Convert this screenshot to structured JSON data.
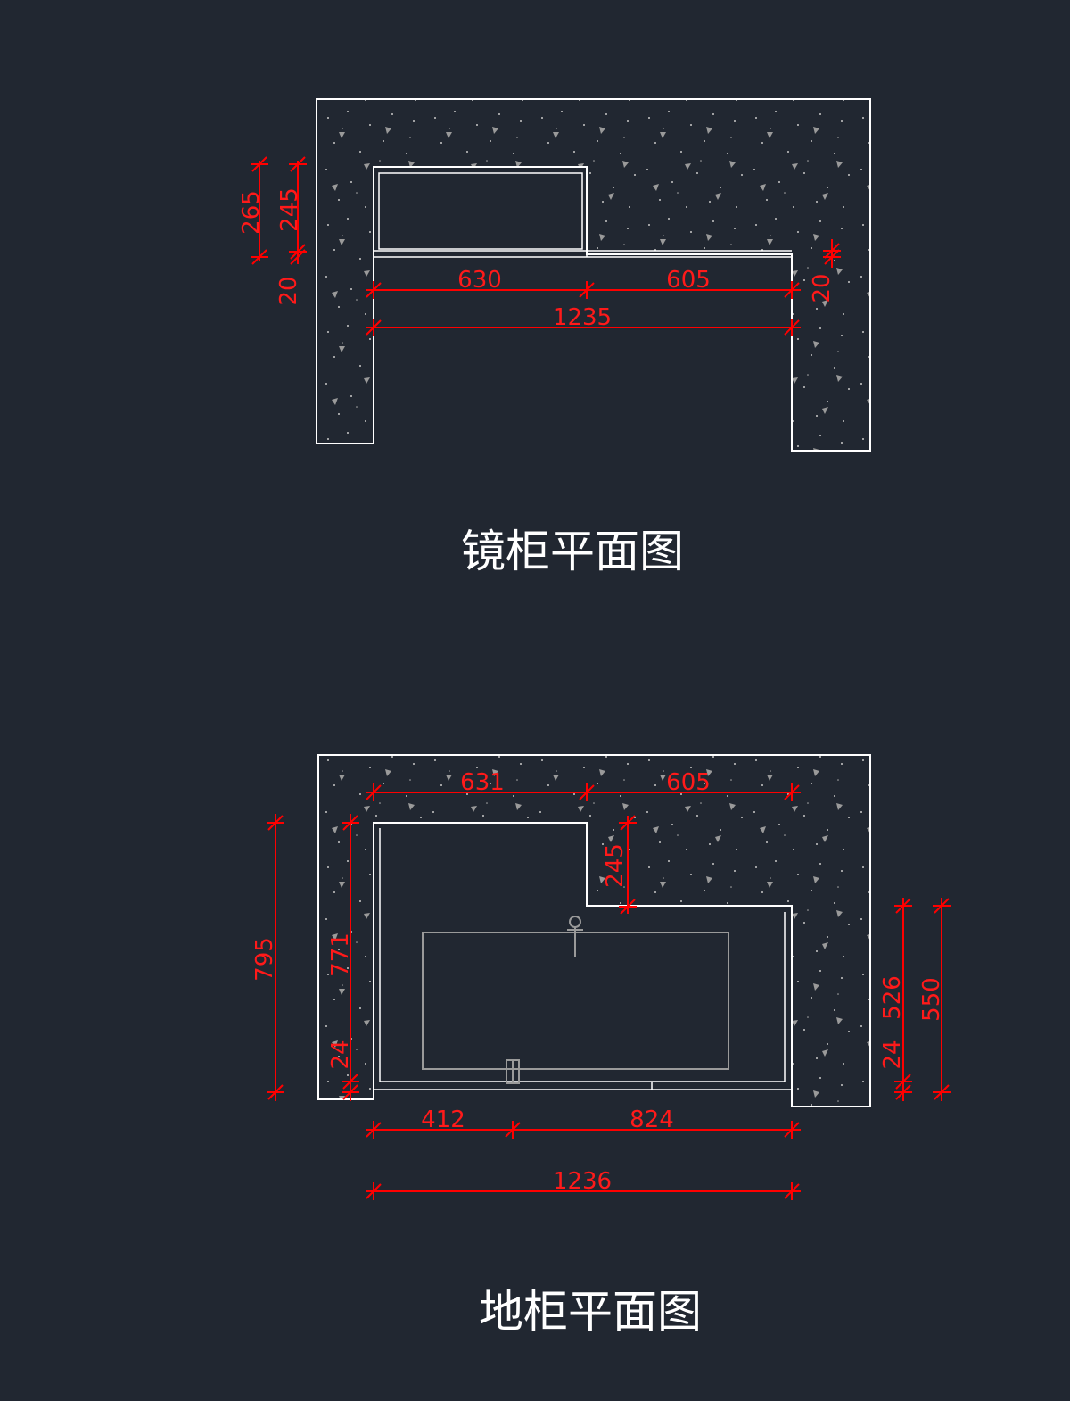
{
  "drawings": [
    {
      "id": "mirror-cabinet-plan",
      "title": "镜柜平面图",
      "dimensions": {
        "d265": "265",
        "d245": "245",
        "d20_left": "20",
        "d20_right": "20",
        "d630": "630",
        "d605": "605",
        "d1235": "1235"
      }
    },
    {
      "id": "floor-cabinet-plan",
      "title": "地柜平面图",
      "dimensions": {
        "d631": "631",
        "d605": "605",
        "d245": "245",
        "d795": "795",
        "d771": "771",
        "d24_left": "24",
        "d526": "526",
        "d24_right": "24",
        "d550": "550",
        "d412": "412",
        "d824": "824",
        "d1236": "1236"
      }
    }
  ],
  "colors": {
    "background": "#212731",
    "lines": "#ffffff",
    "dimensions": "#ff0000",
    "fixtures": "#9a9a9a"
  }
}
